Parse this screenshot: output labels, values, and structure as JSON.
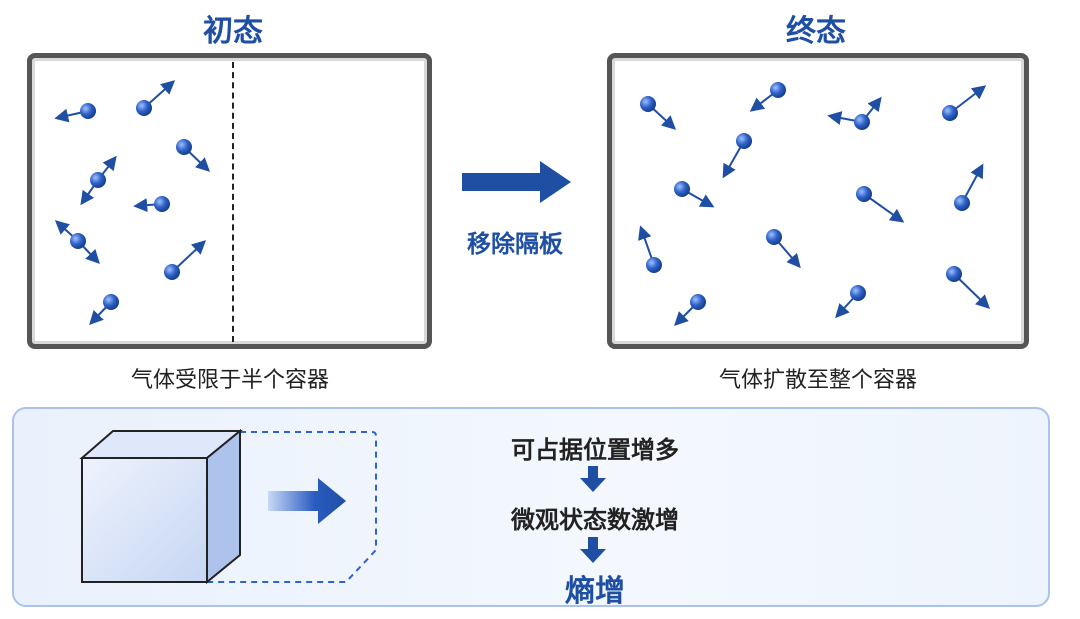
{
  "initial": {
    "title": "初态",
    "caption": "气体受限于半个容器"
  },
  "final": {
    "title": "终态",
    "caption": "气体扩散至整个容器"
  },
  "transition": {
    "label": "移除隔板"
  },
  "explanation": {
    "step1": "可占据位置增多",
    "step2": "微观状态数激增",
    "result": "熵增"
  },
  "colors": {
    "accent": "#1f4fa3",
    "molecule": "#2f63c9",
    "box_border": "#555555",
    "panel_bg": "#eef4fd"
  },
  "icons": {
    "molecule": "ball-with-velocity-arrow",
    "process_arrow": "right-arrow",
    "down_arrow": "down-arrow",
    "volume": "cube-expanding"
  }
}
